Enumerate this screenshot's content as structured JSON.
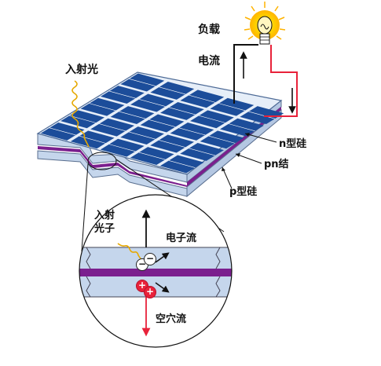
{
  "labels": {
    "load": "负载",
    "current": "电流",
    "incident_light": "入射光",
    "n_type": "n型硅",
    "pn_junction": "pn结",
    "p_type": "p型硅",
    "incident_photon": "入射\n光子",
    "electron_flow": "电子流",
    "hole_flow": "空穴流"
  },
  "charges": {
    "negative": "−",
    "positive": "+"
  },
  "colors": {
    "cell_blue": "#1c4d9a",
    "gridline": "#ffffff",
    "silicon_light": "#c5d6ec",
    "junction_purple": "#7b1f8e",
    "wire_red": "#e8223a",
    "wire_black": "#111111",
    "bulb_glow": "#ffd200",
    "photon_wave": "#e6a800"
  }
}
